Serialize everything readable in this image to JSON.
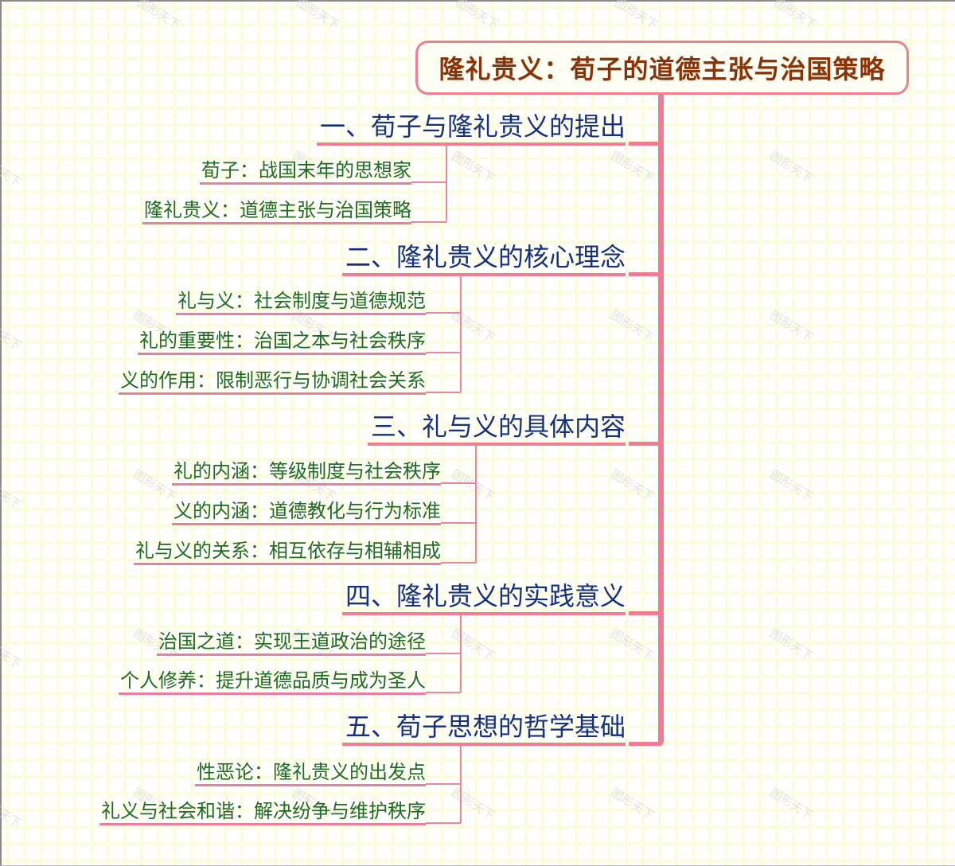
{
  "root": {
    "title": "隆礼贵义：荀子的道德主张与治国策略"
  },
  "colors": {
    "root_border": "#ee7f8f",
    "root_text": "#8b3207",
    "topic_text": "#14307e",
    "subtopic_text": "#1f6b25",
    "connector": "#f07c91",
    "grid": "#fcfcdf"
  },
  "watermark": "图形天下",
  "branches": [
    {
      "title": "一、荀子与隆礼贵义的提出",
      "children": [
        "荀子：战国末年的思想家",
        "隆礼贵义：道德主张与治国策略"
      ]
    },
    {
      "title": "二、隆礼贵义的核心理念",
      "children": [
        "礼与义：社会制度与道德规范",
        "礼的重要性：治国之本与社会秩序",
        "义的作用：限制恶行与协调社会关系"
      ]
    },
    {
      "title": "三、礼与义的具体内容",
      "children": [
        "礼的内涵：等级制度与社会秩序",
        "义的内涵：道德教化与行为标准",
        "礼与义的关系：相互依存与相辅相成"
      ]
    },
    {
      "title": "四、隆礼贵义的实践意义",
      "children": [
        "治国之道：实现王道政治的途径",
        "个人修养：提升道德品质与成为圣人"
      ]
    },
    {
      "title": "五、荀子思想的哲学基础",
      "children": [
        "性恶论：隆礼贵义的出发点",
        "礼义与社会和谐：解决纷争与维护秩序"
      ]
    }
  ]
}
